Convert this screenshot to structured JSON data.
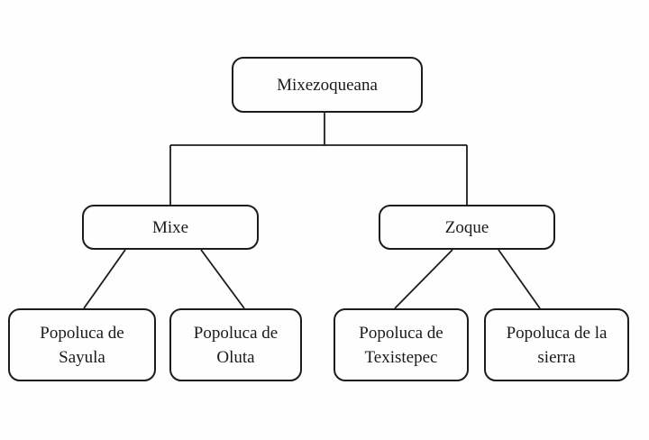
{
  "diagram": {
    "type": "tree",
    "subject": "Mixezoquean language family tree",
    "colors": {
      "background": "#fefefe",
      "box_border": "#1c1c1c",
      "text": "#1a1a1a",
      "line": "#1c1c1c"
    },
    "nodes": {
      "root": {
        "label": "Mixezoqueana"
      },
      "mixe": {
        "label": "Mixe"
      },
      "zoque": {
        "label": "Zoque"
      },
      "sayula": {
        "label": "Popoluca de Sayula",
        "line1": "Popoluca de",
        "line2": "Sayula"
      },
      "oluta": {
        "label": "Popoluca de Oluta",
        "line1": "Popoluca de",
        "line2": "Oluta"
      },
      "texistepec": {
        "label": "Popoluca de Texistepec",
        "line1": "Popoluca de",
        "line2": "Texistepec"
      },
      "sierra": {
        "label": "Popoluca de la sierra",
        "line1": "Popoluca de la",
        "line2": "sierra"
      }
    },
    "edges": [
      {
        "from": "root",
        "to": "mixe"
      },
      {
        "from": "root",
        "to": "zoque"
      },
      {
        "from": "mixe",
        "to": "sayula"
      },
      {
        "from": "mixe",
        "to": "oluta"
      },
      {
        "from": "zoque",
        "to": "texistepec"
      },
      {
        "from": "zoque",
        "to": "sierra"
      }
    ]
  }
}
